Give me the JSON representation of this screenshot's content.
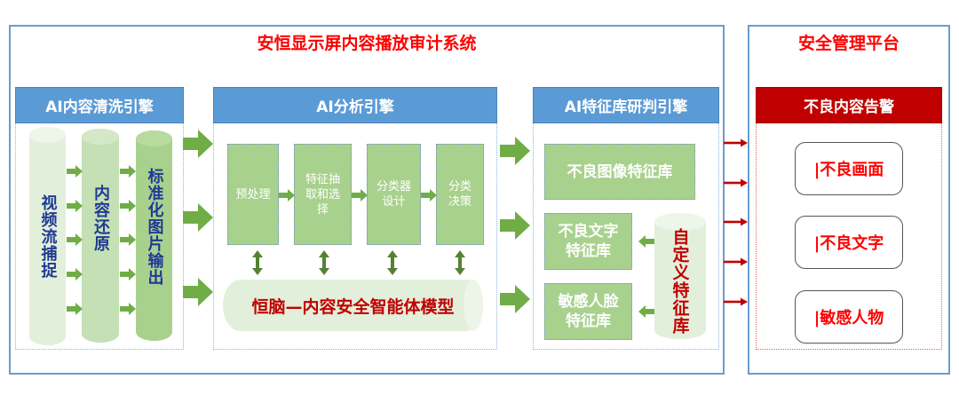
{
  "system": {
    "title": "安恒显示屏内容播放审计系统",
    "engines": [
      {
        "header": "AI内容清洗引擎",
        "stages": [
          "视频流捕捉",
          "内容还原",
          "标准化图片输出"
        ]
      },
      {
        "header": "AI分析引擎",
        "steps": [
          "预处理",
          "特征抽取和选择",
          "分类器设计",
          "分类决策"
        ],
        "steps_display": [
          "预处理",
          "特征抽\n取和选\n择",
          "分类器\n设计",
          "分类\n决策"
        ],
        "model": "恒脑—内容安全智能体模型"
      },
      {
        "header": "AI特征库研判引擎",
        "libraries": [
          "不良图像特征库",
          "不良文字特征库",
          "敏感人脸特征库"
        ],
        "libraries_display": [
          "不良图像特征库",
          "不良文字\n特征库",
          "敏感人脸\n特征库"
        ],
        "custom_library": "自定义特征库"
      }
    ]
  },
  "platform": {
    "title": "安全管理平台",
    "alert_header": "不良内容告警",
    "alerts": [
      "|不良画面",
      "|不良文字",
      "|敏感人物"
    ]
  },
  "colors": {
    "title_red": "#ff0000",
    "header_blue": "#5b9bd5",
    "alert_red": "#c00000",
    "box_green": "#a9d18e",
    "arrow_green": "#70ad47",
    "dark_green": "#548235",
    "model_text": "#c00000"
  }
}
